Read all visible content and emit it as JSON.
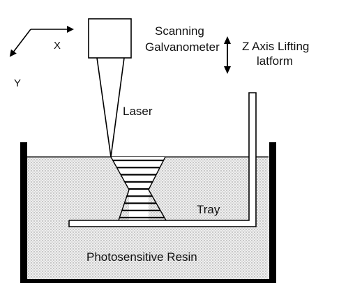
{
  "labels": {
    "x_axis": "X",
    "y_axis": "Y",
    "galvanometer_line1": "Scanning",
    "galvanometer_line2": "Galvanometer",
    "z_axis_line1": "Z Axis Lifting",
    "z_axis_line2": "latform",
    "laser": "Laser",
    "tray": "Tray",
    "resin": "Photosensitive Resin"
  },
  "colors": {
    "line": "#000000",
    "resin_fill": "#ececec",
    "resin_dot": "#9a9a9a",
    "background": "#ffffff"
  },
  "icons": {
    "axis_indicator": "xy-axis-arrows",
    "z_motion": "double-headed-vertical-arrow"
  },
  "printed_part": {
    "layer_count": 9
  }
}
